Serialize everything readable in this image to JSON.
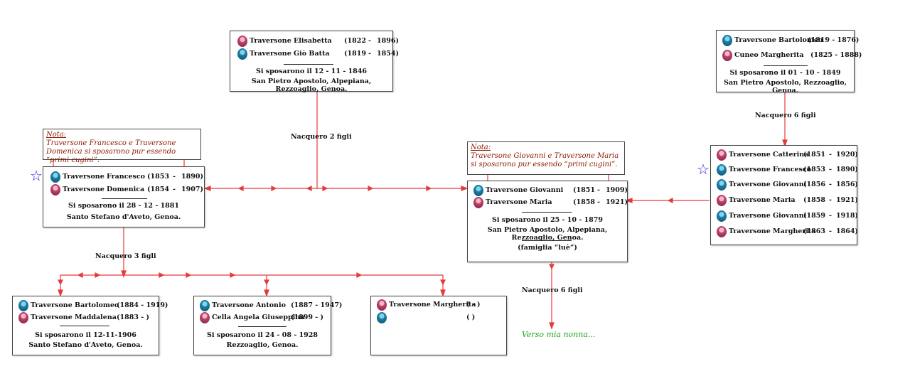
{
  "colors": {
    "line": "#e53a3a",
    "note_text": "#8b1a00",
    "green": "#1aa51a",
    "star": "#1a1ad8"
  },
  "top_center": {
    "people": [
      {
        "name": "Traversone Elisabetta",
        "birth": "(1822",
        "dash": "-",
        "death": "1896)",
        "gender": "f"
      },
      {
        "name": "Traversone Giò Batta",
        "birth": "(1819",
        "dash": "-",
        "death": "1854)",
        "gender": "m"
      }
    ],
    "married": "Si sposarono il 12 - 11 - 1846",
    "place": "San Pietro Apostolo, Alpepiana, Rezzoaglio, Genoa."
  },
  "top_right": {
    "people": [
      {
        "name": "Traversone Bartolomeo",
        "years": "(1819 - 1876)",
        "gender": "m"
      },
      {
        "name": "Cuneo Margherita",
        "years": "(1825 - 1888)",
        "gender": "f"
      }
    ],
    "married": "Si sposarono il 01 - 10 - 1849",
    "place": "San Pietro Apostolo, Rezzoaglio, Genoa."
  },
  "labels": {
    "children_2": "Nacquero 2 figli",
    "children_6_right": "Nacquero 6 figli",
    "children_3": "Nacquero 3 figli",
    "children_6_center": "Nacquero 6 figli",
    "to_grandma": "Verso mia nonna..."
  },
  "note_left": {
    "title": "Nota:",
    "text": "Traversone Francesco e Traversone Domenica si sposarono pur essendo “primi cugini”."
  },
  "note_right": {
    "title": "Nota:",
    "text": "Traversone Giovanni e Traversone Maria si sposarono pur essendo “primi cugini”."
  },
  "left_couple": {
    "people": [
      {
        "name": "Traversone Francesco",
        "birth": "(1853",
        "dash": "-",
        "death": "1890)",
        "gender": "m"
      },
      {
        "name": "Traversone Domenica",
        "birth": "(1854",
        "dash": "-",
        "death": "1907)",
        "gender": "f"
      }
    ],
    "married": "Si sposarono il 28 - 12 - 1881",
    "place": "Santo Stefano d'Aveto, Genoa."
  },
  "center_couple": {
    "people": [
      {
        "name": "Traversone Giovanni",
        "birth": "(1851",
        "dash": "-",
        "death": "1909)",
        "gender": "m"
      },
      {
        "name": "Traversone Maria",
        "birth": "(1858",
        "dash": "-",
        "death": "1921)",
        "gender": "f"
      }
    ],
    "married": "Si sposarono il 25 - 10 - 1879",
    "place": "San Pietro Apostolo, Alpepiana, Rezzoaglio, Genoa.",
    "family": "(famiglia “luè”)"
  },
  "siblings": [
    {
      "name": "Traversone Catterina",
      "birth": "(1851",
      "dash": "-",
      "death": "1920)",
      "gender": "f"
    },
    {
      "name": "Traversone Francesco",
      "birth": "(1853",
      "dash": "-",
      "death": "1890)",
      "gender": "m"
    },
    {
      "name": "Traversone Giovanni",
      "birth": "(1856",
      "dash": "-",
      "death": "1856)",
      "gender": "m"
    },
    {
      "name": "Traversone Maria",
      "birth": "(1858",
      "dash": "-",
      "death": "1921)",
      "gender": "f"
    },
    {
      "name": "Traversone Giovanni",
      "birth": "(1859",
      "dash": "-",
      "death": "1918)",
      "gender": "m"
    },
    {
      "name": "Traversone Margherita",
      "birth": "(1863",
      "dash": "-",
      "death": "1864)",
      "gender": "f"
    }
  ],
  "child_1": {
    "people": [
      {
        "name": "Traversone Bartolomeo",
        "years": "(1884 - 1919)",
        "gender": "m"
      },
      {
        "name": "Traversone Maddalena",
        "years": "(1883 -        )",
        "gender": "f"
      }
    ],
    "married": "Si sposarono il 12-11-1906",
    "place": "Santo Stefano d'Aveto, Genoa."
  },
  "child_2": {
    "people": [
      {
        "name": "Traversone Antonio",
        "years": "(1887 - 1947)",
        "gender": "m"
      },
      {
        "name": "Cella Angela Giuseppina",
        "years": "(1899 -       )",
        "gender": "f"
      }
    ],
    "married": "Si sposarono il 24 - 08 - 1928",
    "place": "Rezzoaglio, Genoa."
  },
  "child_3": {
    "people": [
      {
        "name": "Traversone Margherita",
        "years": "(        -        )",
        "gender": "f"
      },
      {
        "name": "",
        "years": "(                   )",
        "gender": "m"
      }
    ]
  }
}
